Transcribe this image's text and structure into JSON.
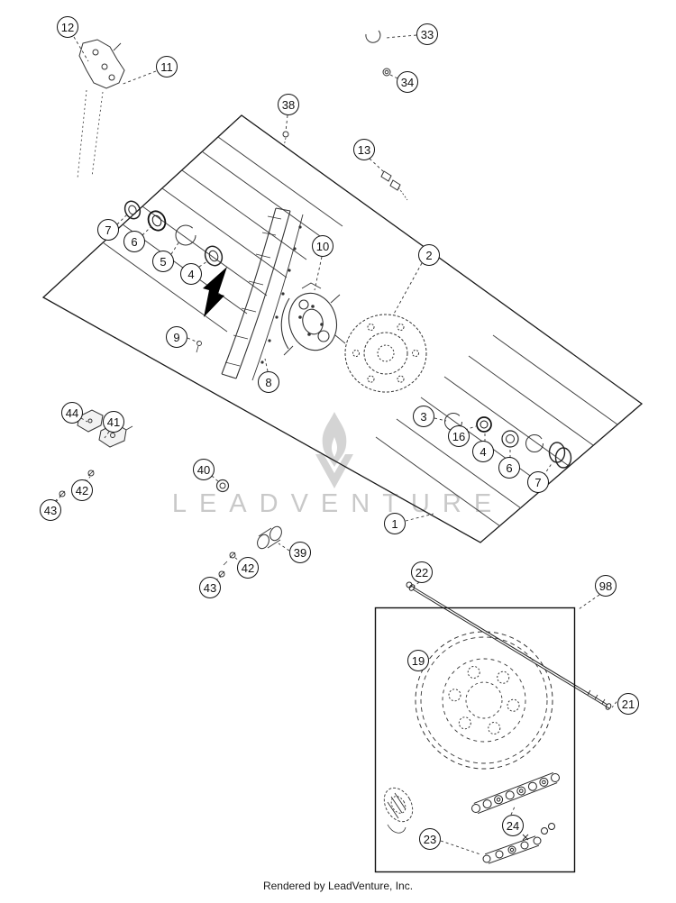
{
  "diagram": {
    "watermark": "LEADVENTURE",
    "footer": "Rendered by LeadVenture, Inc.",
    "callouts": [
      "12",
      "11",
      "33",
      "34",
      "38",
      "13",
      "7",
      "6",
      "5",
      "4",
      "10",
      "2",
      "9",
      "8",
      "3",
      "16",
      "4",
      "6",
      "7",
      "44",
      "41",
      "40",
      "42",
      "43",
      "39",
      "42",
      "43",
      "1",
      "22",
      "98",
      "19",
      "21",
      "23",
      "24"
    ],
    "colors": {
      "line": "#1a1a1a",
      "part": "#333333",
      "watermark": "#c9c9c9"
    }
  }
}
